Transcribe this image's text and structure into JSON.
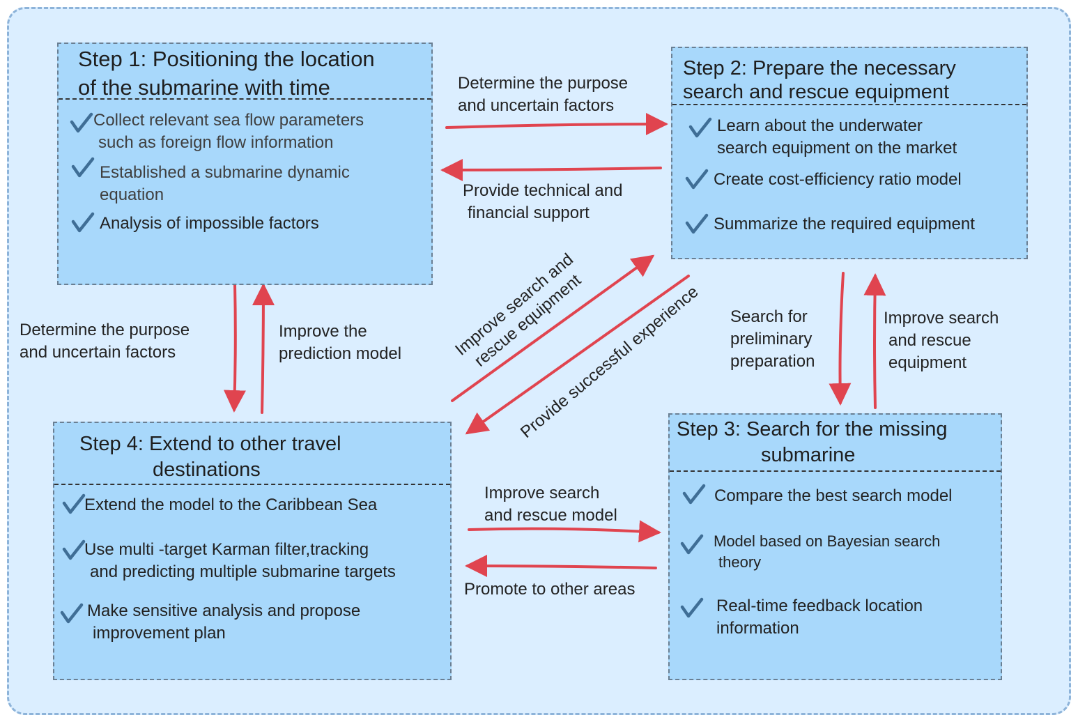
{
  "step1": {
    "title_line1": "Step 1: Positioning the location",
    "title_line2": "of the submarine with time",
    "items": [
      {
        "line1": "Collect relevant sea flow parameters",
        "line2": "such as foreign flow information"
      },
      {
        "line1": "Established a submarine dynamic",
        "line2": "equation"
      },
      {
        "line1": "Analysis of impossible factors",
        "line2": ""
      }
    ]
  },
  "step2": {
    "title_line1": "Step 2: Prepare the necessary",
    "title_line2": "search and rescue equipment",
    "items": [
      {
        "line1": "Learn about the underwater",
        "line2": "search equipment on the market"
      },
      {
        "line1": "Create cost-efficiency ratio model",
        "line2": ""
      },
      {
        "line1": "Summarize the required equipment",
        "line2": ""
      }
    ]
  },
  "step3": {
    "title_line1": "Step 3: Search for the missing",
    "title_line2": "submarine",
    "items": [
      {
        "line1": "Compare the best search model",
        "line2": ""
      },
      {
        "line1": "Model based on Bayesian search",
        "line2": "theory"
      },
      {
        "line1": "Real-time feedback location",
        "line2": "information"
      }
    ]
  },
  "step4": {
    "title_line1": "Step 4: Extend to other travel",
    "title_line2": "destinations",
    "items": [
      {
        "line1": "Extend the model to the Caribbean Sea",
        "line2": ""
      },
      {
        "line1": "Use multi -target Karman filter,tracking",
        "line2": "and predicting multiple submarine targets"
      },
      {
        "line1": "Make sensitive analysis and propose",
        "line2": "improvement plan"
      }
    ]
  },
  "connections": {
    "s1_to_s2": {
      "line1": "Determine the purpose",
      "line2": "and uncertain factors"
    },
    "s2_to_s1": {
      "line1": "Provide technical and",
      "line2": "financial support"
    },
    "s1_to_s4": {
      "line1": "Determine the purpose",
      "line2": "and uncertain factors"
    },
    "s4_to_s1": {
      "line1": "Improve the",
      "line2": "prediction model"
    },
    "s4_to_s2": {
      "line1": "Improve search and",
      "line2": "rescue equipment"
    },
    "s2_to_s4": {
      "line1": "Provide successful experience"
    },
    "s2_to_s3": {
      "line1": "Search for",
      "line2": "preliminary",
      "line3": "preparation"
    },
    "s3_to_s2": {
      "line1": "Improve search",
      "line2": "and rescue",
      "line3": "equipment"
    },
    "s4_to_s3": {
      "line1": "Improve search",
      "line2": "and rescue model"
    },
    "s3_to_s4": {
      "line1": "Promote to other areas"
    }
  },
  "colors": {
    "background": "#dbeeff",
    "box_fill": "#a8d8fb",
    "arrow": "#e0444f",
    "check": "#3f6e96"
  }
}
